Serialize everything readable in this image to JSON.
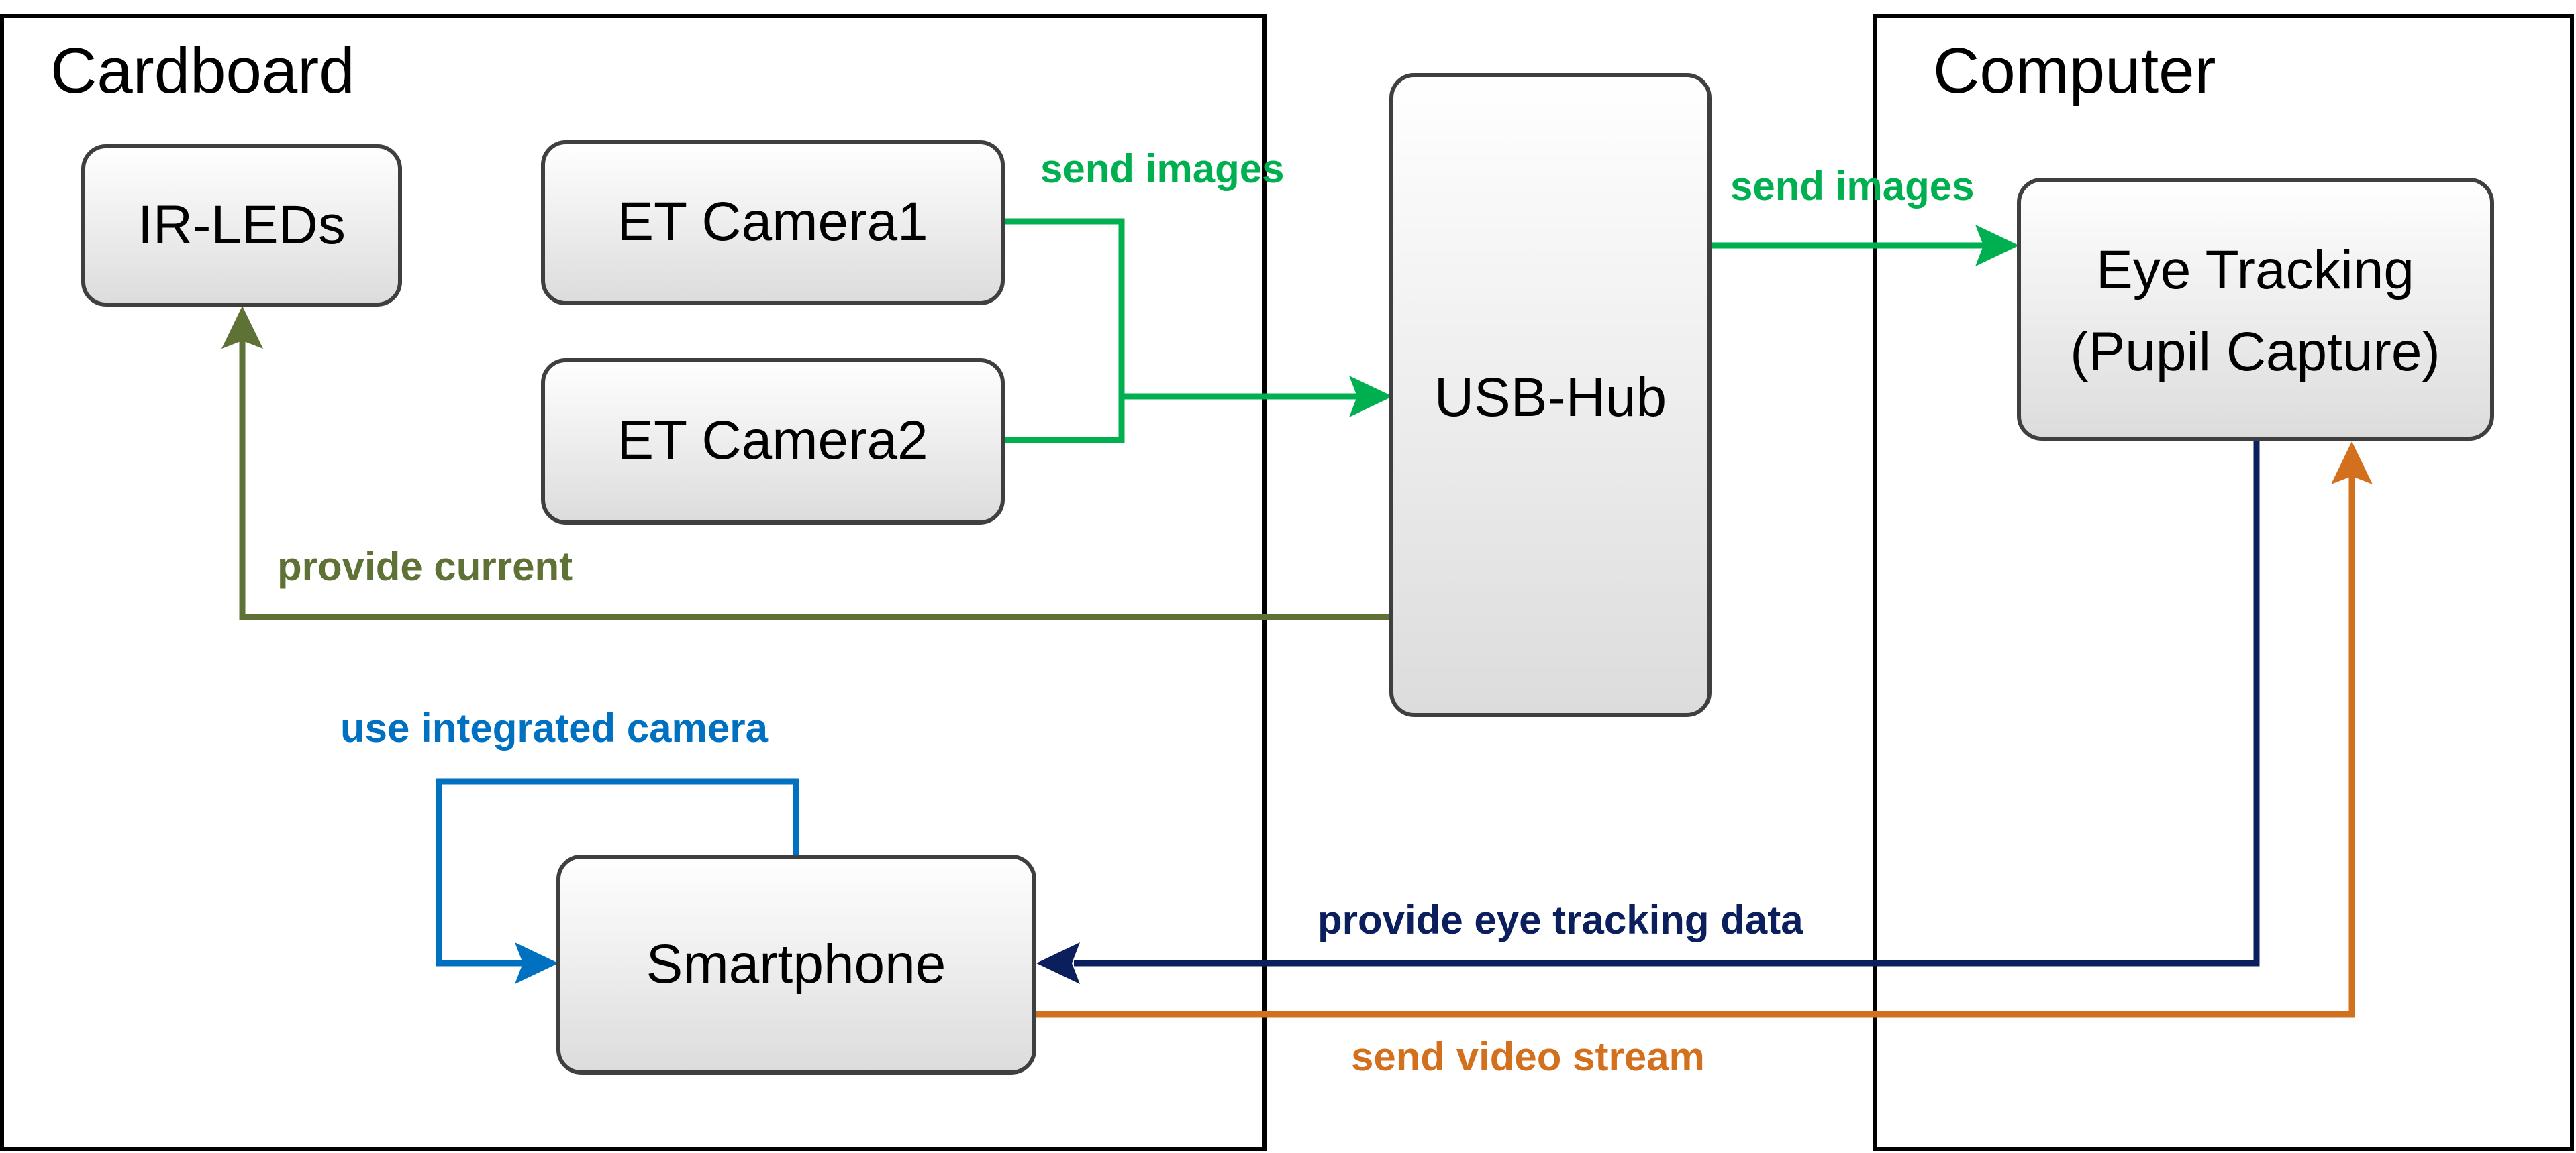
{
  "containers": {
    "cardboard": "Cardboard",
    "computer": "Computer"
  },
  "nodes": {
    "ir_leds": "IR-LEDs",
    "et_camera1": "ET Camera1",
    "et_camera2": "ET Camera2",
    "usb_hub": "USB-Hub",
    "eye_tracking_line1": "Eye Tracking",
    "eye_tracking_line2": "(Pupil Capture)",
    "smartphone": "Smartphone"
  },
  "edges": {
    "send_images_cameras": "send images",
    "send_images_hub": "send images",
    "provide_current": "provide current",
    "use_integrated_camera": "use integrated camera",
    "provide_eye_tracking_data": "provide eye tracking data",
    "send_video_stream": "send video stream"
  },
  "colors": {
    "green": "#00b050",
    "olive": "#5e7236",
    "blue": "#0070c0",
    "navy": "#0b1f5c",
    "orange": "#d3701e",
    "node_fill_top": "#ffffff",
    "node_fill_bottom": "#dcdcdc"
  }
}
